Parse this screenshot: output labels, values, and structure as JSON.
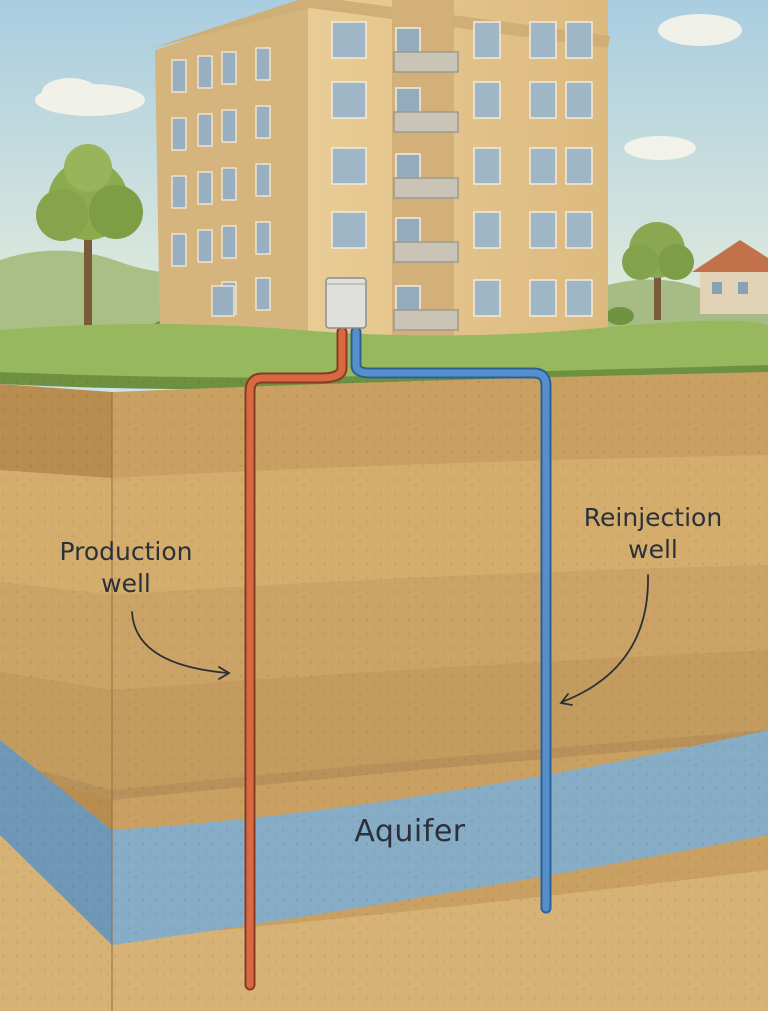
{
  "labels": {
    "production": "Production\nwell",
    "reinjection": "Reinjection\nwell",
    "aquifer": "Aquifer"
  },
  "colors": {
    "sky": "#cfe3ec",
    "grass": "#8fb15a",
    "soil": "#c89e60",
    "aquifer": "#7fa7c4",
    "hot_pipe": "#d5623c",
    "cold_pipe": "#4f86c2",
    "building": "#e6c893"
  }
}
